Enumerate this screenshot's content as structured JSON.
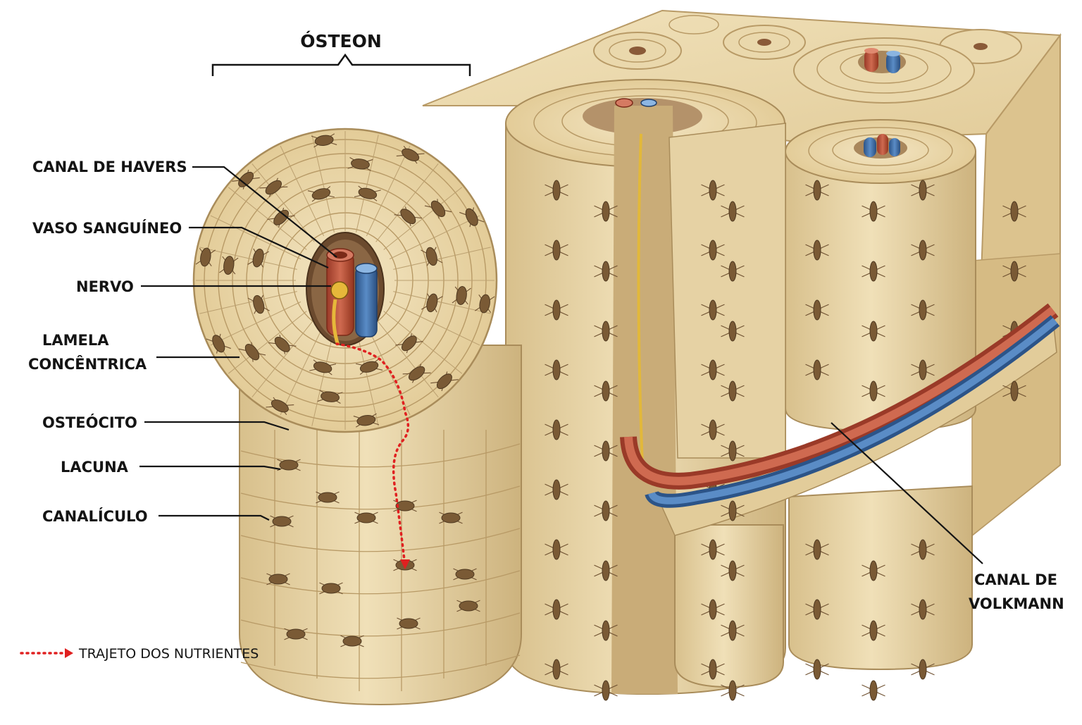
{
  "diagram": {
    "title": "ÓSTEON",
    "labels": {
      "canal_havers": "CANAL DE HAVERS",
      "vaso_sanguineo": "VASO SANGUÍNEO",
      "nervo": "NERVO",
      "lamela_line1": "LAMELA",
      "lamela_line2": "CONCÊNTRICA",
      "osteocito": "OSTEÓCITO",
      "lacuna": "LACUNA",
      "canaliculo": "CANALÍCULO",
      "volkmann_line1": "CANAL DE",
      "volkmann_line2": "VOLKMANN"
    },
    "legend": {
      "nutrient_path": "TRAJETO DOS NUTRIENTES"
    }
  },
  "colors": {
    "bone": "#eddcb2",
    "bone_dark": "#d9c290",
    "bone_line": "#b89a66",
    "cell": "#7a5a35",
    "artery": "#c0513a",
    "vein": "#3f6fa8",
    "nerve": "#e2b83a",
    "nutrient_path": "#e02020",
    "leader": "#141414"
  }
}
